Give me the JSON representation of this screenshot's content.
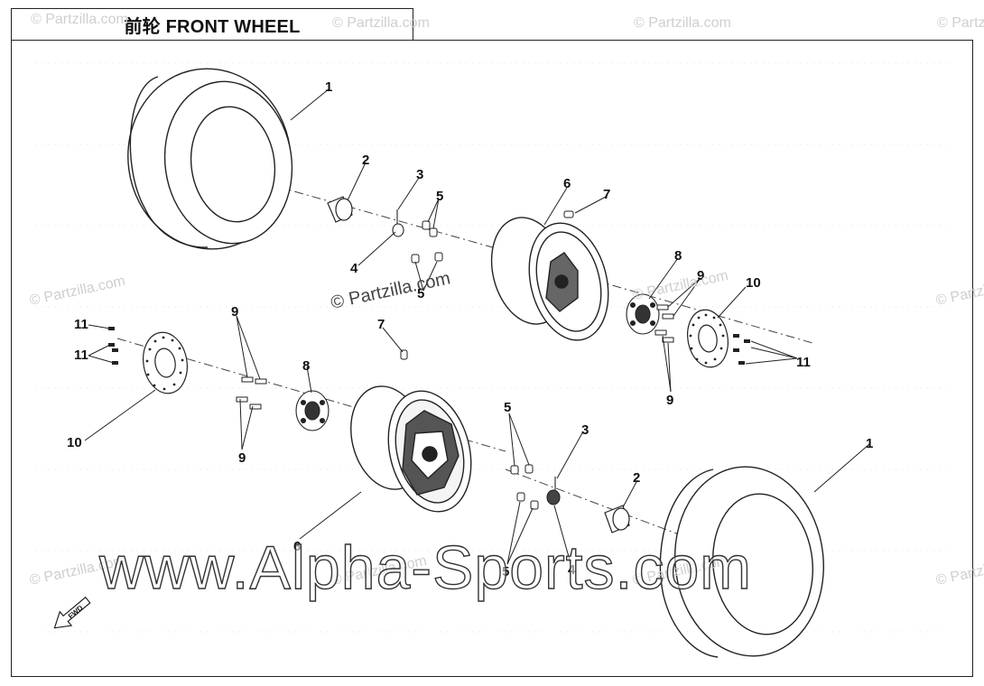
{
  "title": "前轮 FRONT WHEEL",
  "callouts": [
    "1",
    "2",
    "3",
    "4",
    "5",
    "5",
    "6",
    "7",
    "8",
    "9",
    "9",
    "10",
    "11",
    "11",
    "9",
    "9",
    "8",
    "7",
    "10",
    "6",
    "5",
    "3",
    "2",
    "1",
    "4",
    "5"
  ],
  "watermarks": {
    "partzilla": "© Partzilla.com",
    "partzilla_center": "© Partzilla.com",
    "alpha": "www.Alpha-Sports.com"
  },
  "fwd_label": "FWD"
}
